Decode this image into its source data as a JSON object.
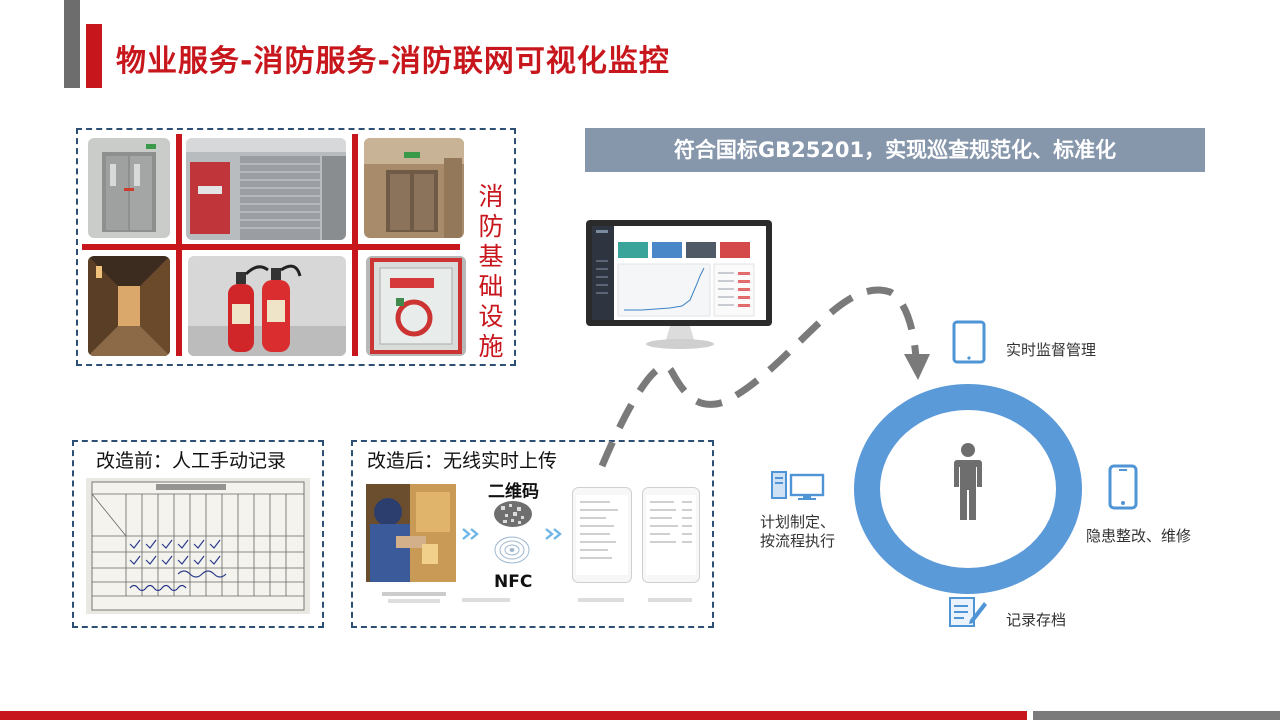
{
  "header": {
    "title": "物业服务-消防服务-消防联网可视化监控"
  },
  "facilities": {
    "label": "消防基础设施"
  },
  "banner": {
    "text": "符合国标GB25201，实现巡查规范化、标准化"
  },
  "before": {
    "caption": "改造前：人工手动记录"
  },
  "after": {
    "caption": "改造后：无线实时上传",
    "qr_label": "二维码",
    "nfc_label": "NFC"
  },
  "cycle": {
    "top": "实时监督管理",
    "right": "隐患整改、维修",
    "bottom": "记录存档",
    "left_line1": "计划制定、",
    "left_line2": "按流程执行"
  },
  "colors": {
    "brand_red": "#c8161d",
    "dash_blue": "#2e4f74",
    "banner_gray": "#8696ab",
    "ring_blue": "#5b9ad8",
    "icon_blue": "#4f95d6"
  }
}
